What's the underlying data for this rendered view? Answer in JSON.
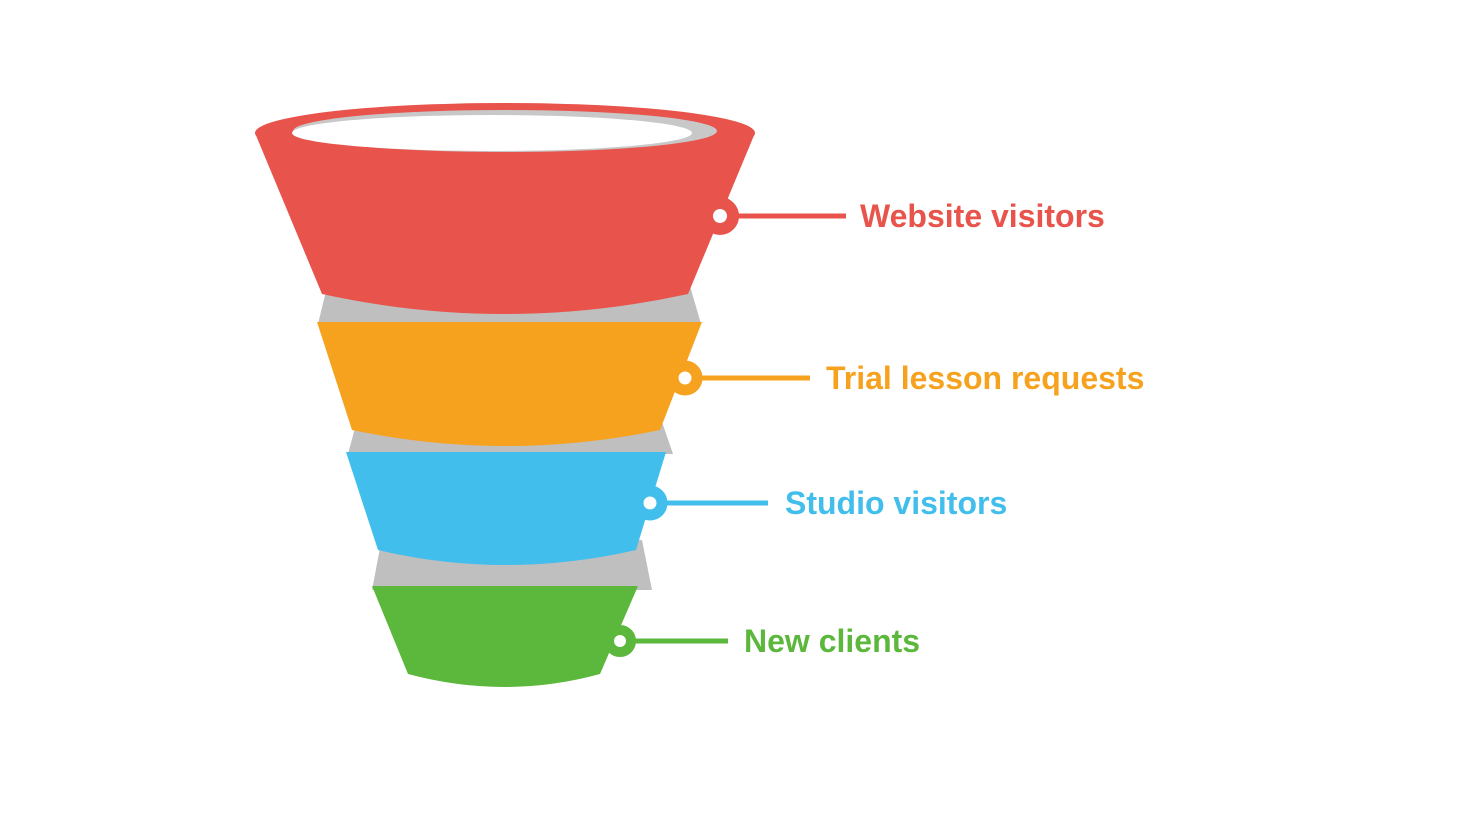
{
  "colors": {
    "background": "#FFFFFF",
    "gray_shadow": "#BFBFBF",
    "inner_shadow": "#C8C8C8",
    "opening": "#FFFFFF"
  },
  "funnel": {
    "stages": [
      {
        "label": "Website visitors",
        "color": "#E8534B"
      },
      {
        "label": "Trial lesson requests",
        "color": "#F6A21E"
      },
      {
        "label": "Studio visitors",
        "color": "#41BEEC"
      },
      {
        "label": "New clients",
        "color": "#5CB83C"
      }
    ]
  },
  "chart_data": {
    "type": "funnel",
    "categories": [
      "Website visitors",
      "Trial lesson requests",
      "Studio visitors",
      "New clients"
    ],
    "title": "",
    "notes": "Four-stage marketing funnel, widest at top (Website visitors) narrowing to New clients; no numeric values shown",
    "legend_position": "right-side callout labels"
  }
}
